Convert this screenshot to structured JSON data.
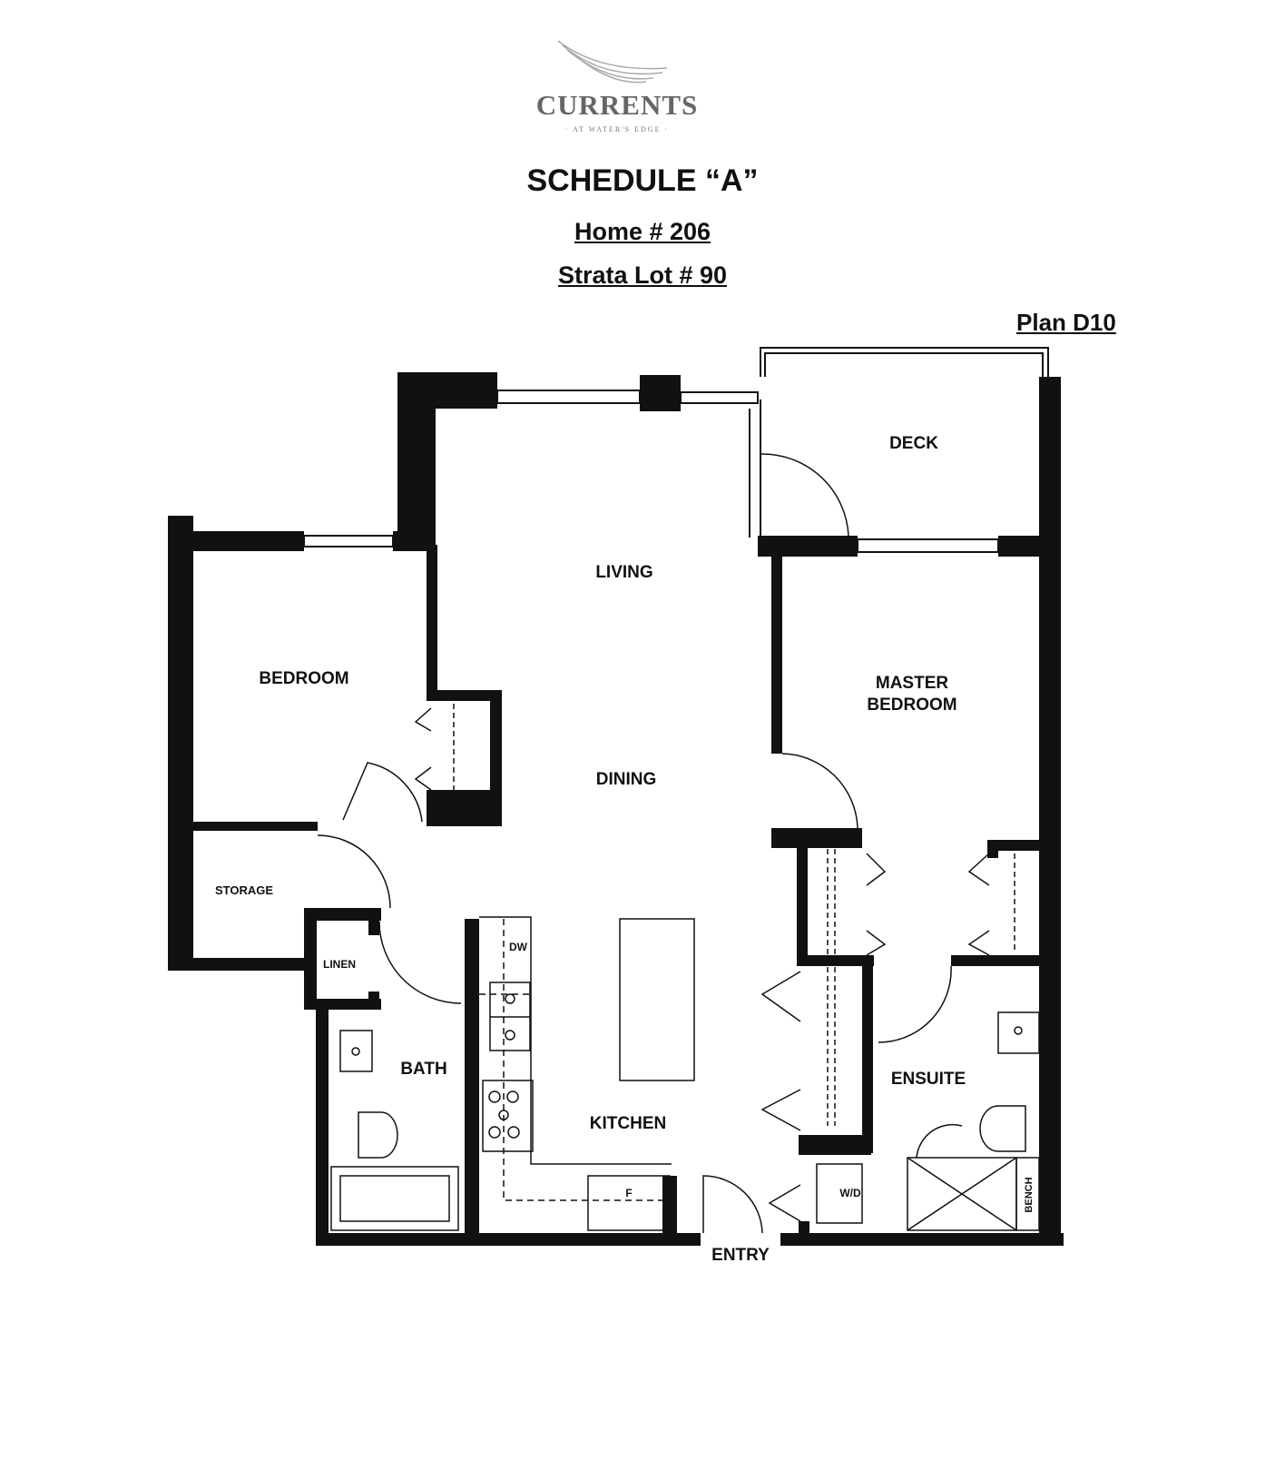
{
  "logo": {
    "name": "CURRENTS",
    "tagline": "· AT WATER'S EDGE ·"
  },
  "title": "SCHEDULE “A”",
  "home": "Home # 206",
  "strata_lot": "Strata Lot # 90",
  "plan": "Plan D10",
  "rooms": {
    "deck": "DECK",
    "living": "LIVING",
    "bedroom": "BEDROOM",
    "master_bedroom_1": "MASTER",
    "master_bedroom_2": "BEDROOM",
    "dining": "DINING",
    "storage": "STORAGE",
    "linen": "LINEN",
    "bath": "BATH",
    "kitchen": "KITCHEN",
    "ensuite": "ENSUITE",
    "entry": "ENTRY"
  },
  "fixtures": {
    "dishwasher": "DW",
    "fridge": "F",
    "washer_dryer": "W/D",
    "bench": "BENCH"
  }
}
